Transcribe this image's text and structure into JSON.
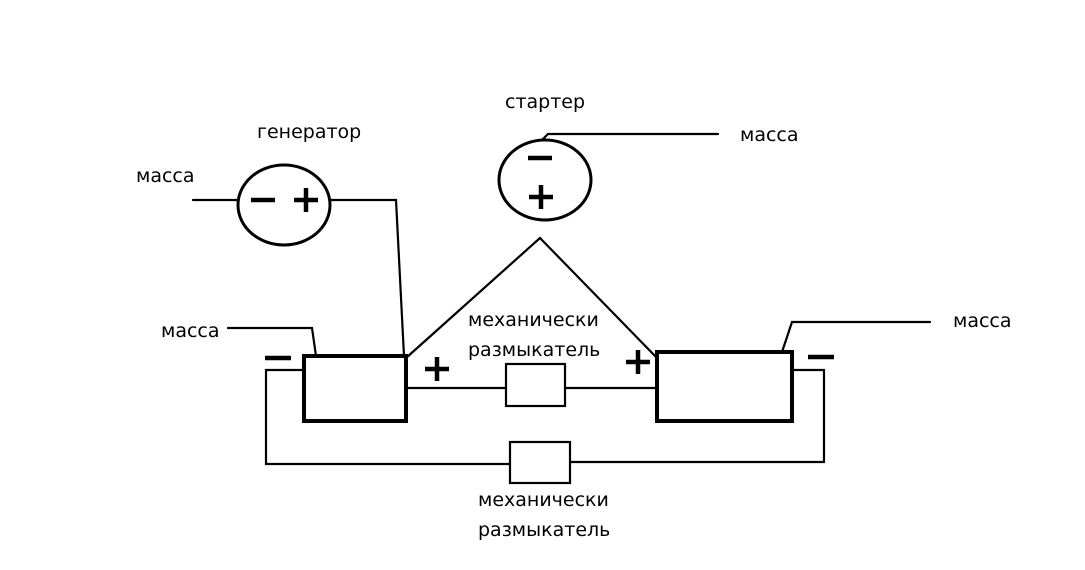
{
  "labels": {
    "starter": "стартер",
    "generator": "генератор",
    "ground": "масса",
    "breaker_line1": "механически",
    "breaker_line2": "размыкатель"
  }
}
